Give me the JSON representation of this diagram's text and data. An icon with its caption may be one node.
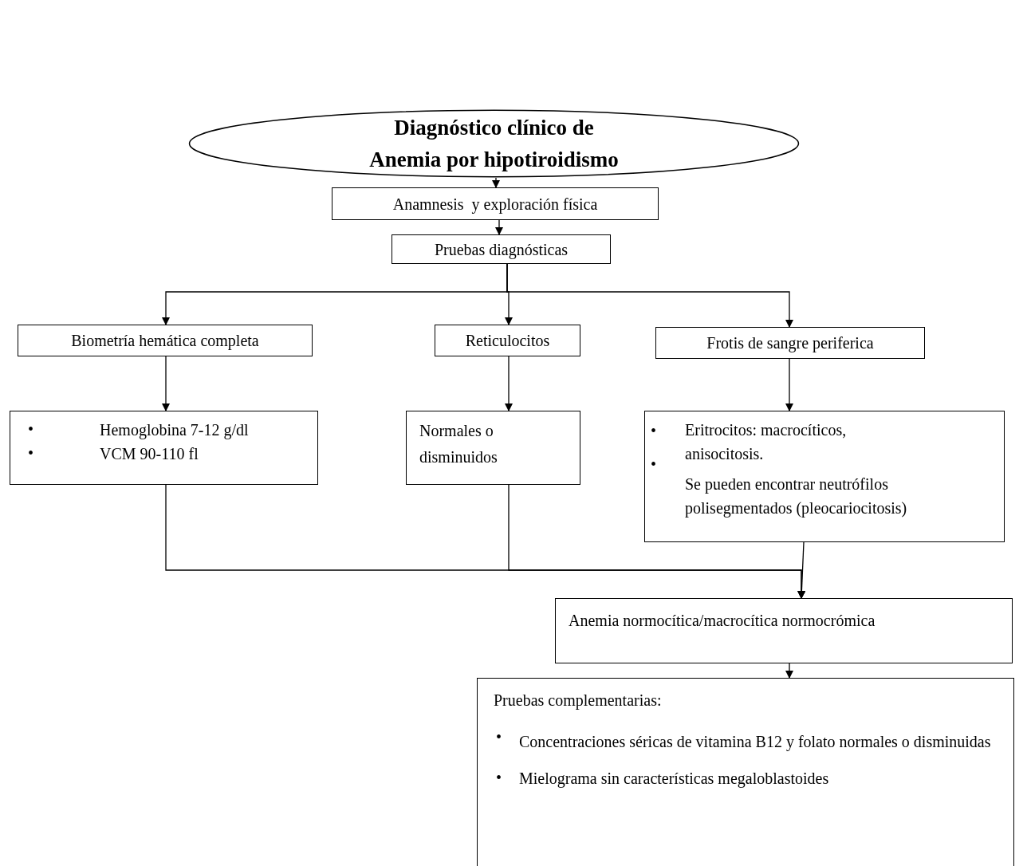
{
  "diagram": {
    "nodes": [
      {
        "text": [
          "Diagnóstico clínico de Anemia por hipotiroidismo"
        ]
      },
      {
        "text": [
          "Anamnesis  y exploración física"
        ]
      },
      {
        "text": [
          "Pruebas diagnósticas"
        ]
      },
      {
        "text": [
          "Biometría hemática completa"
        ]
      },
      {
        "text": [
          "Reticulocitos"
        ]
      },
      {
        "text": [
          "Frotis de sangre periferica"
        ]
      },
      {
        "text": [
          "Hemoglobina 7-12 g/dl",
          "VCM 90-110 fl"
        ]
      },
      {
        "text": [
          "Normales o disminuidos"
        ]
      },
      {
        "text": [
          "Eritrocitos: macrocíticos, anisocitosis.",
          "Se pueden encontrar neutrófilos polisegmentados (pleocariocitosis)"
        ]
      },
      {
        "text": [
          "Anemia normocítica/macrocítica normocrómica"
        ]
      },
      {
        "text": [
          "Pruebas complementarias:",
          "Concentraciones séricas de vitamina B12 y folato normales o disminuidas",
          "Mielograma sin características megaloblastoides"
        ]
      }
    ],
    "edges": [
      {
        "from": 0,
        "to": 1,
        "arrow": "to"
      },
      {
        "from": 1,
        "to": 2,
        "arrow": "to"
      },
      {
        "from": 2,
        "to": 3,
        "arrow": "to"
      },
      {
        "from": 2,
        "to": 4,
        "arrow": "to"
      },
      {
        "from": 2,
        "to": 5,
        "arrow": "to"
      },
      {
        "from": 3,
        "to": 6,
        "arrow": "to"
      },
      {
        "from": 4,
        "to": 7,
        "arrow": "to"
      },
      {
        "from": 5,
        "to": 8,
        "arrow": "to"
      },
      {
        "from": 6,
        "to": 9,
        "arrow": "to"
      },
      {
        "from": 7,
        "to": 9,
        "arrow": "to"
      },
      {
        "from": 8,
        "to": 9,
        "arrow": "to"
      },
      {
        "from": 9,
        "to": 10,
        "arrow": "to"
      }
    ],
    "labels": [
      "•",
      "•",
      "•",
      "•",
      "•",
      "•"
    ]
  }
}
